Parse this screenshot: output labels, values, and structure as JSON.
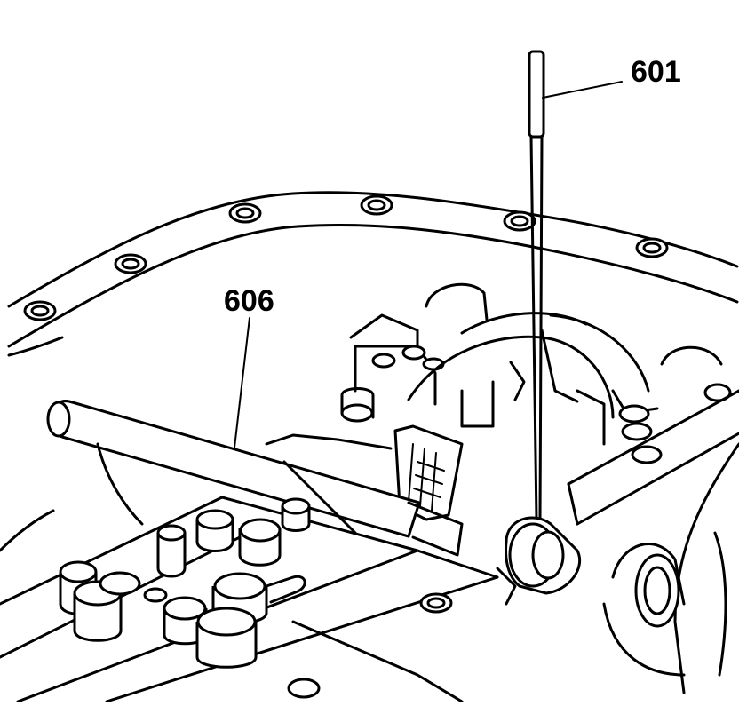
{
  "figure": {
    "callouts": [
      {
        "id": "601",
        "label": "601"
      },
      {
        "id": "606",
        "label": "606"
      }
    ]
  }
}
